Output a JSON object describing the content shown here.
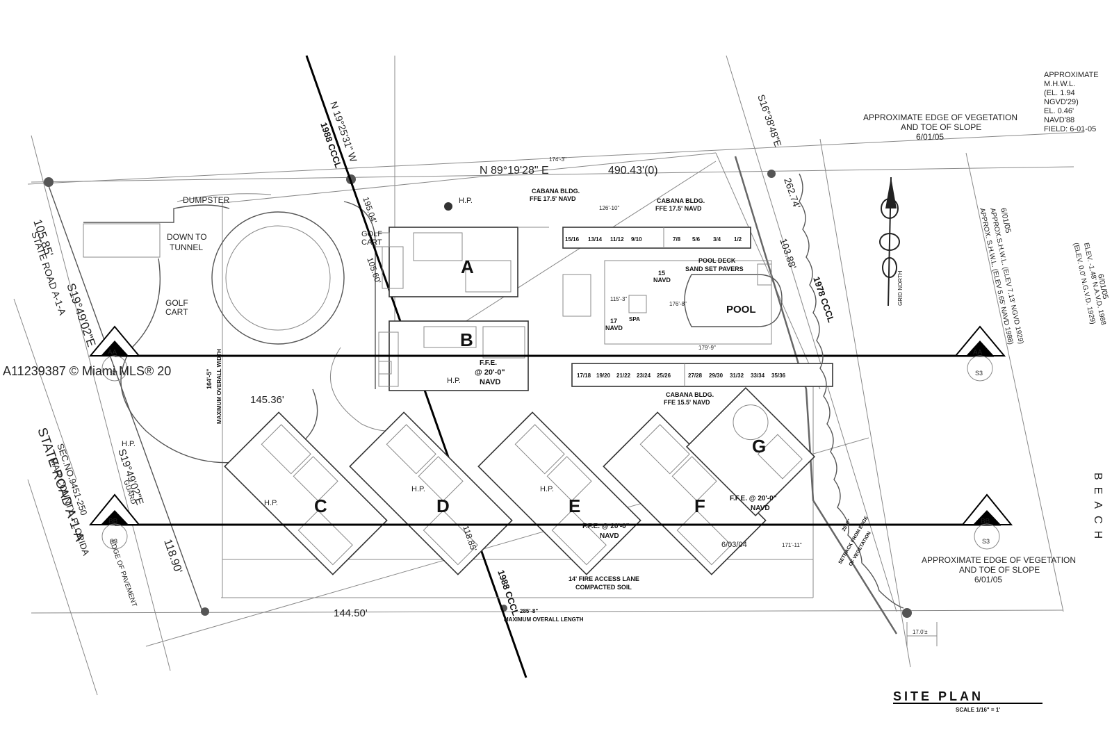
{
  "site": {
    "watermark": "A11239387 © Miami MLS® 20",
    "north_label": "GRID NORTH",
    "bearings": {
      "north_line": "N 89°19'28\" E",
      "north_dist": "490.43'(0)",
      "west_dist": "105.85'",
      "west_bearing": "S19°49'02\"E",
      "west_bearing2": "S19°49'02\"E",
      "sw_dist": "118.90'",
      "diag_bearing": "N 19°25'31\" W",
      "east_bearing": "S16°38'48\"E",
      "east_dist1": "262.74'",
      "east_dist2": "103.88'",
      "dim_145": "145.36'",
      "dim_144": "144.50'",
      "dim_195": "195.04'",
      "dim_105": "105.60'",
      "dim_118": "118.85'",
      "dim_174": "174'-3\"",
      "dim_126": "126'-10\"",
      "dim_176": "176'-8\"",
      "dim_179": "179'-9\"",
      "dim_171": "171'-11\"",
      "dim_115": "115'-3\"",
      "dim_17": "17.0'±"
    },
    "cccl": {
      "c1988_a": "1988 CCCL",
      "c1988_b": "1988 CCCL",
      "c1978": "1978 CCCL"
    },
    "labels": {
      "dumpster": "DUMPSTER",
      "down_tunnel_1": "DOWN TO",
      "down_tunnel_2": "TUNNEL",
      "golf_cart_1": "GOLF",
      "golf_cart_2": "CART",
      "golf_cart_3": "GOLF",
      "golf_cart_4": "CART",
      "hp": "H.P.",
      "max_width_1": "164'-5\"",
      "max_width_2": "MAXIMUM OVERALL WIDTH",
      "max_length_1": "285'-8\"",
      "max_length_2": "MAXIMUM OVERALL LENGTH",
      "state_road_1": "STATE ROAD A-1-A",
      "state_road_2": "STATE ROAD A-1-A",
      "sec_no": "SEC.NO.9451-250",
      "county": "MAP COUNTY, FLORIDA",
      "guard": "GUARD",
      "edge_pavement": "EDGE OF PAVEMENT",
      "fire_lane_1": "14' FIRE ACCESS LANE",
      "fire_lane_2": "COMPACTED SOIL",
      "setback_1": "25'-0\"",
      "setback_2": "SETBACK FROM EDGE",
      "setback_3": "OF VEGETATION",
      "date_0304": "6/03/04",
      "beach": "BEACH"
    },
    "cabanas": {
      "north_title": "CABANA BLDG.",
      "north_ffe": "FFE 17.5' NAVD",
      "north2_title": "CABANA BLDG.",
      "north2_ffe": "FFE 17.5' NAVD",
      "north_units_left": [
        "15/16",
        "13/14",
        "11/12",
        "9/10"
      ],
      "north_units_right": [
        "7/8",
        "5/6",
        "3/4",
        "1/2"
      ],
      "south_title": "CABANA BLDG.",
      "south_ffe": "FFE 15.5' NAVD",
      "south_units": [
        "17/18",
        "19/20",
        "21/22",
        "23/24",
        "25/26",
        "27/28",
        "29/30",
        "31/32",
        "33/34",
        "35/36"
      ]
    },
    "pool": {
      "deck_1": "POOL DECK",
      "deck_2": "SAND SET PAVERS",
      "pool": "POOL",
      "spa": "SPA",
      "navd15_1": "15",
      "navd15_2": "NAVD",
      "navd17_1": "17",
      "navd17_2": "NAVD"
    },
    "buildings": {
      "a": "A",
      "b": "B",
      "c": "C",
      "d": "D",
      "e": "E",
      "f": "F",
      "g": "G",
      "ffe_b_1": "F.F.E.",
      "ffe_b_2": "@ 20'-0\"",
      "ffe_b_3": "NAVD",
      "ffe_e_1": "F.F.E. @ 20'-0\"",
      "ffe_e_2": "NAVD",
      "ffe_g_1": "F.F.E. @ 20'-0\"",
      "ffe_g_2": "NAVD"
    },
    "sections": {
      "aa_left": "AA",
      "aa_right": "AA",
      "aa_sheet_l": "S3",
      "aa_sheet_r": "S3",
      "bb_left": "BB",
      "bb_right": "BB",
      "bb_sheet_l": "S3",
      "bb_sheet_r": "S3"
    },
    "vegetation": {
      "top_1": "APPROXIMATE EDGE OF VEGETATION",
      "top_2": "AND TOE OF SLOPE",
      "top_3": "6/01/05",
      "bot_1": "APPROXIMATE EDGE OF VEGETATION",
      "bot_2": "AND TOE OF SLOPE",
      "bot_3": "6/01/05"
    },
    "mhwl": [
      "APPROXIMATE",
      "M.H.W.L.",
      "(EL. 1.94",
      "NGVD'29)",
      "EL. 0.46'",
      "NAVD'88",
      "FIELD: 6-01-05"
    ],
    "shwl": {
      "l1": "6/01/05",
      "l2": "APPROX.S.H.W.L. (ELEV 7.13' NGVD 1929)",
      "l3": "APPROX. S.H.W.L. (ELEV 5.65' NAVD 1988)"
    },
    "elev": {
      "l1": "6/01/05",
      "l2": "ELEV. -1.48' N.A.V.D. 1988",
      "l3": "(ELEV. 0.0' N.G.V.D. 1929)"
    },
    "title": {
      "main": "SITE PLAN",
      "scale": "SCALE 1/16\" = 1'"
    }
  }
}
